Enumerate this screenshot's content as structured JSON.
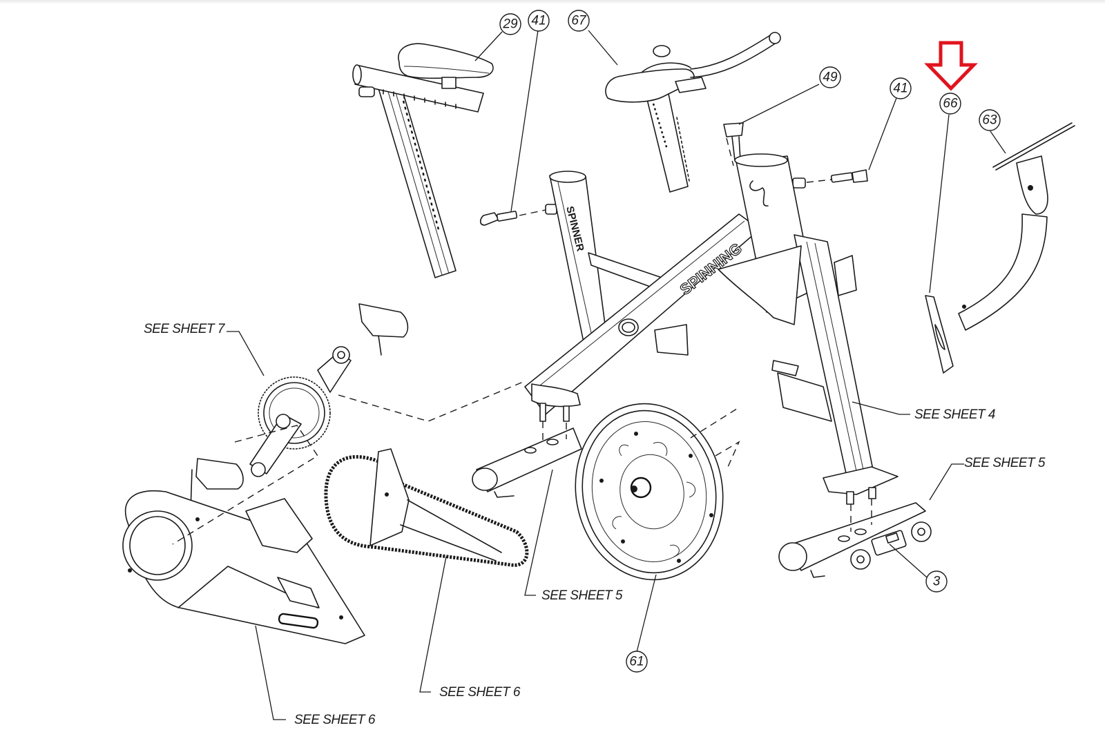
{
  "diagram": {
    "title": "Exploded parts diagram – indoor cycling bike frame assembly",
    "highlight": {
      "callout": "66",
      "color": "#e0141e",
      "icon": "down-arrow-icon"
    },
    "brand_marks": {
      "frame": "SPINNING",
      "post": "SPINNER"
    },
    "callouts": [
      {
        "id": "29",
        "label": "29",
        "part": "seat"
      },
      {
        "id": "41a",
        "label": "41",
        "part": "seat-post pop pin"
      },
      {
        "id": "67",
        "label": "67",
        "part": "handlebar"
      },
      {
        "id": "49",
        "label": "49",
        "part": "resistance knob"
      },
      {
        "id": "41b",
        "label": "41",
        "part": "handlebar pop pin"
      },
      {
        "id": "66",
        "label": "66",
        "part": "front cover"
      },
      {
        "id": "63",
        "label": "63",
        "part": "console mount"
      },
      {
        "id": "3",
        "label": "3",
        "part": "front stabilizer"
      },
      {
        "id": "61",
        "label": "61",
        "part": "flywheel"
      }
    ],
    "references": [
      {
        "id": "sheet7",
        "label": "SEE SHEET 7",
        "part": "crank assembly"
      },
      {
        "id": "sheet4",
        "label": "SEE SHEET 4",
        "part": "main frame"
      },
      {
        "id": "sheet5a",
        "label": "SEE SHEET 5",
        "part": "front stabilizer"
      },
      {
        "id": "sheet5b",
        "label": "SEE SHEET 5",
        "part": "rear stabilizer"
      },
      {
        "id": "sheet6a",
        "label": "SEE SHEET 6",
        "part": "drive chain"
      },
      {
        "id": "sheet6b",
        "label": "SEE SHEET 6",
        "part": "chain guard"
      }
    ]
  }
}
